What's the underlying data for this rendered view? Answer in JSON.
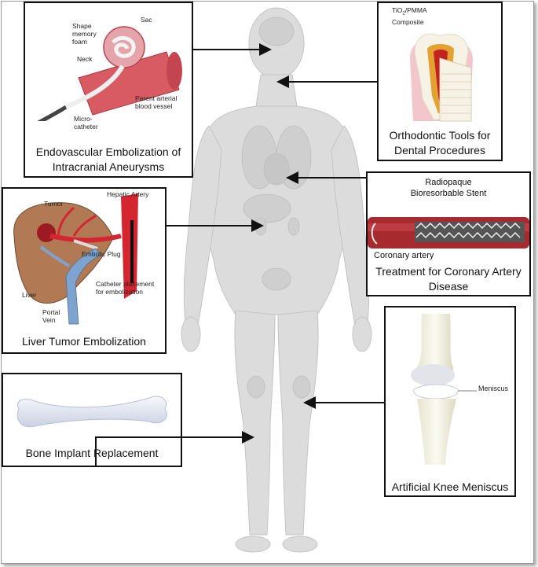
{
  "panels": {
    "aneurysm": {
      "caption_line1": "Endovascular Embolization of",
      "caption_line2": "Intracranial Aneurysms",
      "labels": {
        "shape_memory_foam": "Shape memory foam",
        "sac": "Sac",
        "neck": "Neck",
        "parent_artery": "Parent arterial blood vessel",
        "microcatheter": "Micro-catheter"
      }
    },
    "orthodontic": {
      "caption_line1": "Orthodontic Tools for",
      "caption_line2": "Dental Procedures",
      "labels": {
        "composite_prefix": "TiO",
        "composite_sub": "2",
        "composite_suffix": "/PMMA",
        "composite_line2": "Composite"
      }
    },
    "liver": {
      "caption": "Liver Tumor Embolization",
      "labels": {
        "tumor": "Tumor",
        "hepatic_artery": "Hepatic Artery",
        "embolic_plug": "Embolic Plug",
        "liver": "Liver",
        "catheter_placement": "Catheter placement for embolization",
        "portal_vein": "Portal Vein"
      }
    },
    "coronary": {
      "caption_line1": "Treatment for Coronary Artery",
      "caption_line2": "Disease",
      "labels": {
        "stent_line1": "Radiopaque",
        "stent_line2": "Bioresorbable Stent",
        "coronary_artery": "Coronary artery"
      }
    },
    "bone": {
      "caption": "Bone Implant Replacement"
    },
    "knee": {
      "caption": "Artificial Knee Meniscus",
      "labels": {
        "meniscus": "Meniscus"
      }
    }
  },
  "colors": {
    "border": "#111111",
    "artery_red": "#c8202a",
    "liver_brown": "#b27a54",
    "vein_blue": "#7ea3cf",
    "body_gray": "#d9d9d9",
    "arrow": "#111111"
  }
}
